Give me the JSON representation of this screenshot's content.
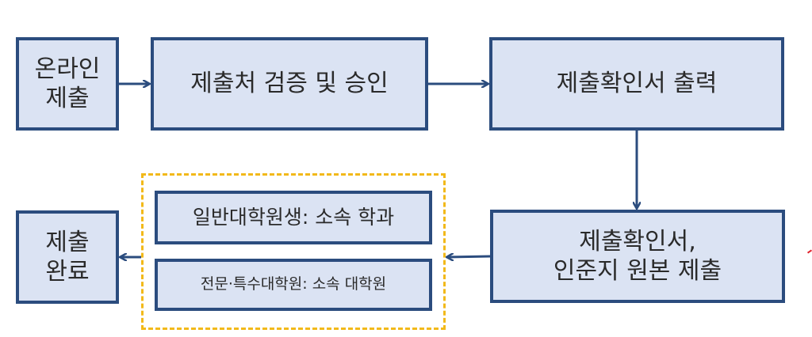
{
  "colors": {
    "box_fill": "#dbe3f3",
    "box_border": "#2b4c7e",
    "arrow": "#2b4c7e",
    "highlight_dashed": "#f2b91a"
  },
  "nodes": {
    "online_submit": {
      "line1": "온라인",
      "line2": "제출"
    },
    "verify_approve": {
      "label": "제출처 검증 및 승인"
    },
    "print_confirmation": {
      "label": "제출확인서 출력"
    },
    "submit_originals": {
      "line1": "제출확인서,",
      "line2": "인준지 원본 제출"
    },
    "general_grad": {
      "label": "일반대학원생: 소속 학과"
    },
    "special_grad": {
      "label": "전문·특수대학원: 소속 대학원"
    },
    "complete": {
      "line1": "제출",
      "line2": "완료"
    }
  },
  "edges": [
    {
      "from": "online_submit",
      "to": "verify_approve"
    },
    {
      "from": "verify_approve",
      "to": "print_confirmation"
    },
    {
      "from": "print_confirmation",
      "to": "submit_originals"
    },
    {
      "from": "submit_originals",
      "to": "general_grad/special_grad"
    },
    {
      "from": "general_grad/special_grad",
      "to": "complete"
    }
  ]
}
